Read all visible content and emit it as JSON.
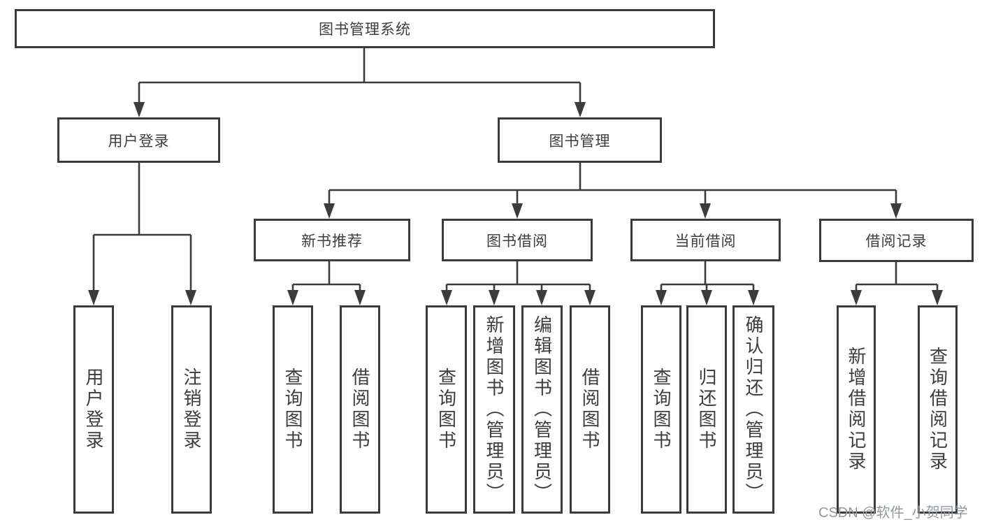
{
  "diagram_title": "图书管理系统",
  "nodes": {
    "root": {
      "label": "图书管理系统"
    },
    "user_login": {
      "label": "用户登录"
    },
    "book_mgmt": {
      "label": "图书管理"
    },
    "new_book_rec": {
      "label": "新书推荐"
    },
    "book_borrow": {
      "label": "图书借阅"
    },
    "current_borrow": {
      "label": "当前借阅"
    },
    "borrow_record": {
      "label": "借阅记录"
    },
    "login_leaf": {
      "label": "用户登录"
    },
    "logout_leaf": {
      "label": "注销登录"
    },
    "nbr_query": {
      "label": "查询图书"
    },
    "nbr_borrow": {
      "label": "借阅图书"
    },
    "bb_query": {
      "label": "查询图书"
    },
    "bb_add": {
      "label": "新增图书（管理员）"
    },
    "bb_edit": {
      "label": "编辑图书（管理员）"
    },
    "bb_borrow": {
      "label": "借阅图书"
    },
    "cb_query": {
      "label": "查询图书"
    },
    "cb_return": {
      "label": "归还图书"
    },
    "cb_confirm": {
      "label": "确认归还（管理员）"
    },
    "br_add": {
      "label": "新增借阅记录"
    },
    "br_query": {
      "label": "查询借阅记录"
    }
  },
  "watermark": {
    "text": "CSDN @软件_小贺同学"
  },
  "colors": {
    "line": "#3b3b3b",
    "text": "#3d3d3d",
    "watermark": "#9399a1",
    "background": "#ffffff"
  }
}
